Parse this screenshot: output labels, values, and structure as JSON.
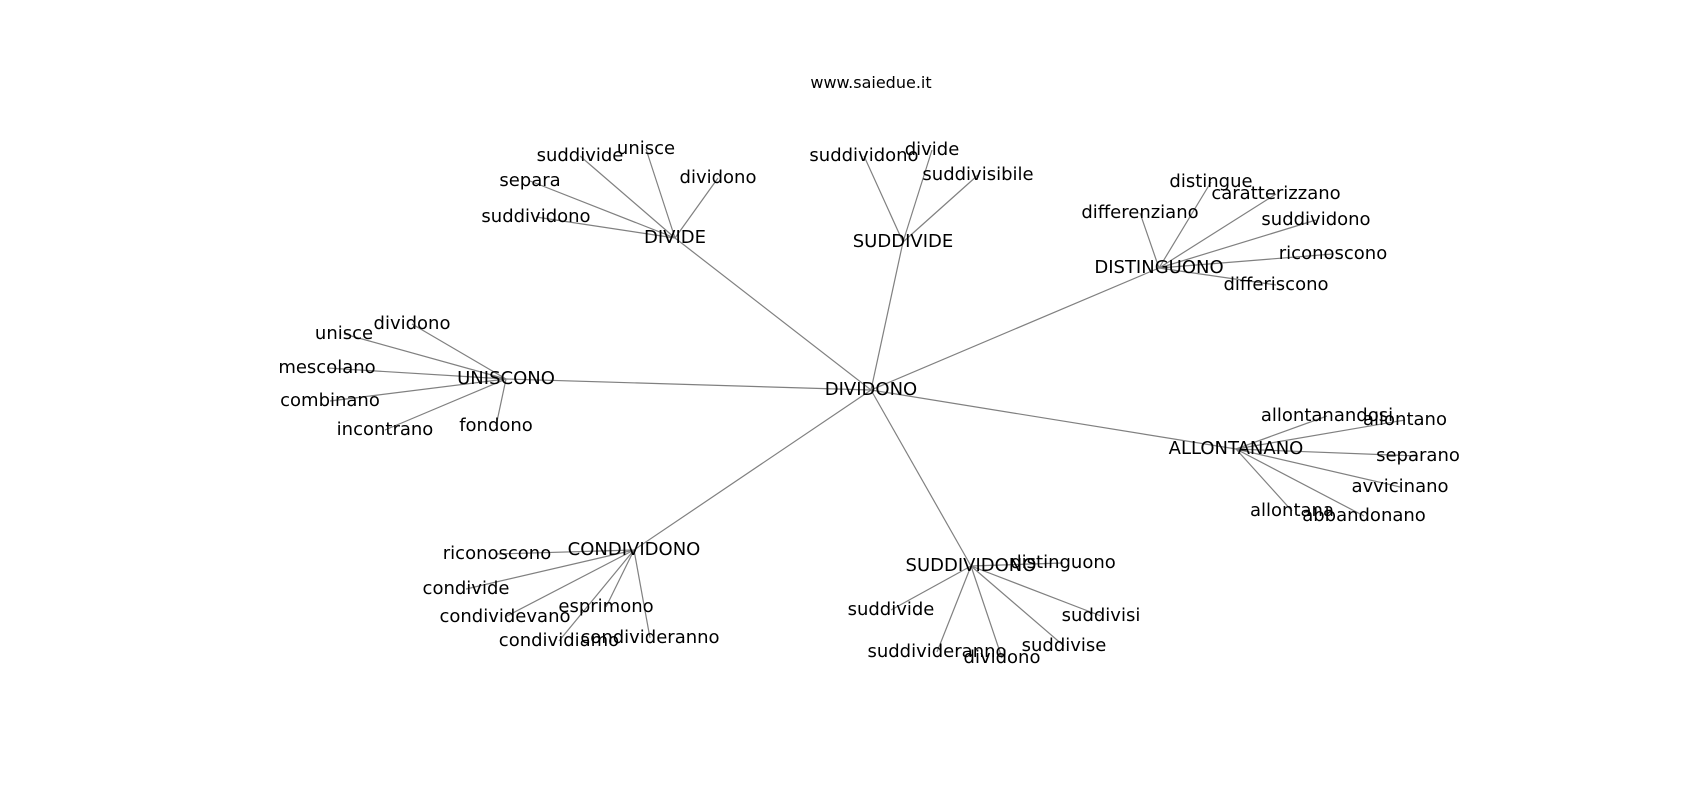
{
  "watermark": "www.saiedue.it",
  "colors": {
    "edge": "#808080",
    "text": "#000000",
    "background": "#ffffff"
  },
  "graph": {
    "root": "DIVIDONO",
    "nodes": [
      {
        "id": "root",
        "label": "DIVIDONO"
      },
      {
        "id": "h-divide",
        "label": "DIVIDE"
      },
      {
        "id": "h-suddivide",
        "label": "SUDDIVIDE"
      },
      {
        "id": "h-distinguono",
        "label": "DISTINGUONO"
      },
      {
        "id": "h-uniscono",
        "label": "UNISCONO"
      },
      {
        "id": "h-allontanano",
        "label": "ALLONTANANO"
      },
      {
        "id": "h-condividono",
        "label": "CONDIVIDONO"
      },
      {
        "id": "h-suddividono",
        "label": "SUDDIVIDONO"
      },
      {
        "id": "divide-1",
        "label": "suddivide"
      },
      {
        "id": "divide-2",
        "label": "unisce"
      },
      {
        "id": "divide-3",
        "label": "dividono"
      },
      {
        "id": "divide-4",
        "label": "separa"
      },
      {
        "id": "divide-5",
        "label": "suddividono"
      },
      {
        "id": "suddivide-1",
        "label": "suddividono"
      },
      {
        "id": "suddivide-2",
        "label": "divide"
      },
      {
        "id": "suddivide-3",
        "label": "suddivisibile"
      },
      {
        "id": "dist-1",
        "label": "distingue"
      },
      {
        "id": "dist-2",
        "label": "caratterizzano"
      },
      {
        "id": "dist-3",
        "label": "differenziano"
      },
      {
        "id": "dist-4",
        "label": "suddividono"
      },
      {
        "id": "dist-5",
        "label": "riconoscono"
      },
      {
        "id": "dist-6",
        "label": "differiscono"
      },
      {
        "id": "unis-1",
        "label": "dividono"
      },
      {
        "id": "unis-2",
        "label": "unisce"
      },
      {
        "id": "unis-3",
        "label": "mescolano"
      },
      {
        "id": "unis-4",
        "label": "combinano"
      },
      {
        "id": "unis-5",
        "label": "incontrano"
      },
      {
        "id": "unis-6",
        "label": "fondono"
      },
      {
        "id": "allo-1",
        "label": "allontanandosi"
      },
      {
        "id": "allo-2",
        "label": "allontano"
      },
      {
        "id": "allo-3",
        "label": "separano"
      },
      {
        "id": "allo-4",
        "label": "avvicinano"
      },
      {
        "id": "allo-5",
        "label": "allontana"
      },
      {
        "id": "allo-6",
        "label": "abbandonano"
      },
      {
        "id": "cond-1",
        "label": "riconoscono"
      },
      {
        "id": "cond-2",
        "label": "condivide"
      },
      {
        "id": "cond-3",
        "label": "condividevano"
      },
      {
        "id": "cond-4",
        "label": "esprimono"
      },
      {
        "id": "cond-5",
        "label": "condividiamo"
      },
      {
        "id": "cond-6",
        "label": "condivideranno"
      },
      {
        "id": "sudd-1",
        "label": "distinguono"
      },
      {
        "id": "sudd-2",
        "label": "suddivide"
      },
      {
        "id": "sudd-3",
        "label": "suddivisi"
      },
      {
        "id": "sudd-4",
        "label": "suddivise"
      },
      {
        "id": "sudd-5",
        "label": "suddivideranno"
      },
      {
        "id": "sudd-6",
        "label": "dividono"
      }
    ],
    "edges": [
      [
        "root",
        "h-divide"
      ],
      [
        "root",
        "h-suddivide"
      ],
      [
        "root",
        "h-distinguono"
      ],
      [
        "root",
        "h-uniscono"
      ],
      [
        "root",
        "h-allontanano"
      ],
      [
        "root",
        "h-condividono"
      ],
      [
        "root",
        "h-suddividono"
      ],
      [
        "h-divide",
        "divide-1"
      ],
      [
        "h-divide",
        "divide-2"
      ],
      [
        "h-divide",
        "divide-3"
      ],
      [
        "h-divide",
        "divide-4"
      ],
      [
        "h-divide",
        "divide-5"
      ],
      [
        "h-suddivide",
        "suddivide-1"
      ],
      [
        "h-suddivide",
        "suddivide-2"
      ],
      [
        "h-suddivide",
        "suddivide-3"
      ],
      [
        "h-distinguono",
        "dist-1"
      ],
      [
        "h-distinguono",
        "dist-2"
      ],
      [
        "h-distinguono",
        "dist-3"
      ],
      [
        "h-distinguono",
        "dist-4"
      ],
      [
        "h-distinguono",
        "dist-5"
      ],
      [
        "h-distinguono",
        "dist-6"
      ],
      [
        "h-uniscono",
        "unis-1"
      ],
      [
        "h-uniscono",
        "unis-2"
      ],
      [
        "h-uniscono",
        "unis-3"
      ],
      [
        "h-uniscono",
        "unis-4"
      ],
      [
        "h-uniscono",
        "unis-5"
      ],
      [
        "h-uniscono",
        "unis-6"
      ],
      [
        "h-allontanano",
        "allo-1"
      ],
      [
        "h-allontanano",
        "allo-2"
      ],
      [
        "h-allontanano",
        "allo-3"
      ],
      [
        "h-allontanano",
        "allo-4"
      ],
      [
        "h-allontanano",
        "allo-5"
      ],
      [
        "h-allontanano",
        "allo-6"
      ],
      [
        "h-condividono",
        "cond-1"
      ],
      [
        "h-condividono",
        "cond-2"
      ],
      [
        "h-condividono",
        "cond-3"
      ],
      [
        "h-condividono",
        "cond-4"
      ],
      [
        "h-condividono",
        "cond-5"
      ],
      [
        "h-condividono",
        "cond-6"
      ],
      [
        "h-suddividono",
        "sudd-1"
      ],
      [
        "h-suddividono",
        "sudd-2"
      ],
      [
        "h-suddividono",
        "sudd-3"
      ],
      [
        "h-suddividono",
        "sudd-4"
      ],
      [
        "h-suddividono",
        "sudd-5"
      ],
      [
        "h-suddividono",
        "sudd-6"
      ]
    ]
  }
}
